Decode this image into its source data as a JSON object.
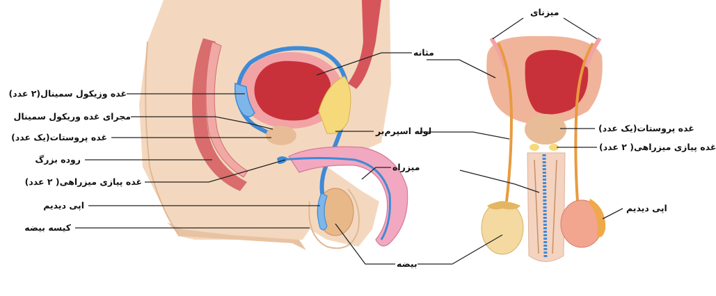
{
  "colors": {
    "skin": "#f3d8bf",
    "skin_dark": "#e8c3a3",
    "duct_blue": "#3f8ad6",
    "bladder": "#c9313a",
    "bladder_wall": "#f2a3a5",
    "urethra_pink": "#f2a8c0",
    "gland_yellow": "#f6d97a",
    "testis": "#e9b889",
    "prostate": "#e8bc96",
    "leader": "#222222"
  },
  "left_diagram": {
    "labels": {
      "seminal_vesicle": "غده وزیکول سمینال(۲ عدد)",
      "seminal_duct": "مجرای غده وریکول سمینال",
      "prostate": "غده پروستات(یک عدد)",
      "large_intestine": "روده بزرگ",
      "bulbourethral": "غده پیازی میزراهی( ۲ عدد)",
      "epididymis": "اپی دیدیم",
      "scrotum": "کیسه بیضه",
      "bladder": "مثانه",
      "vas_deferens": "لوله اسپرم‌بر",
      "urethra": "میزراه",
      "testis": "بیضه"
    }
  },
  "right_diagram": {
    "labels": {
      "ureter": "میزنای",
      "prostate": "غده پروستات(یک عدد)",
      "bulbourethral": "غده پیازی میزراهی( ۲ عدد)",
      "epididymis": "اپی دیدیم"
    }
  }
}
